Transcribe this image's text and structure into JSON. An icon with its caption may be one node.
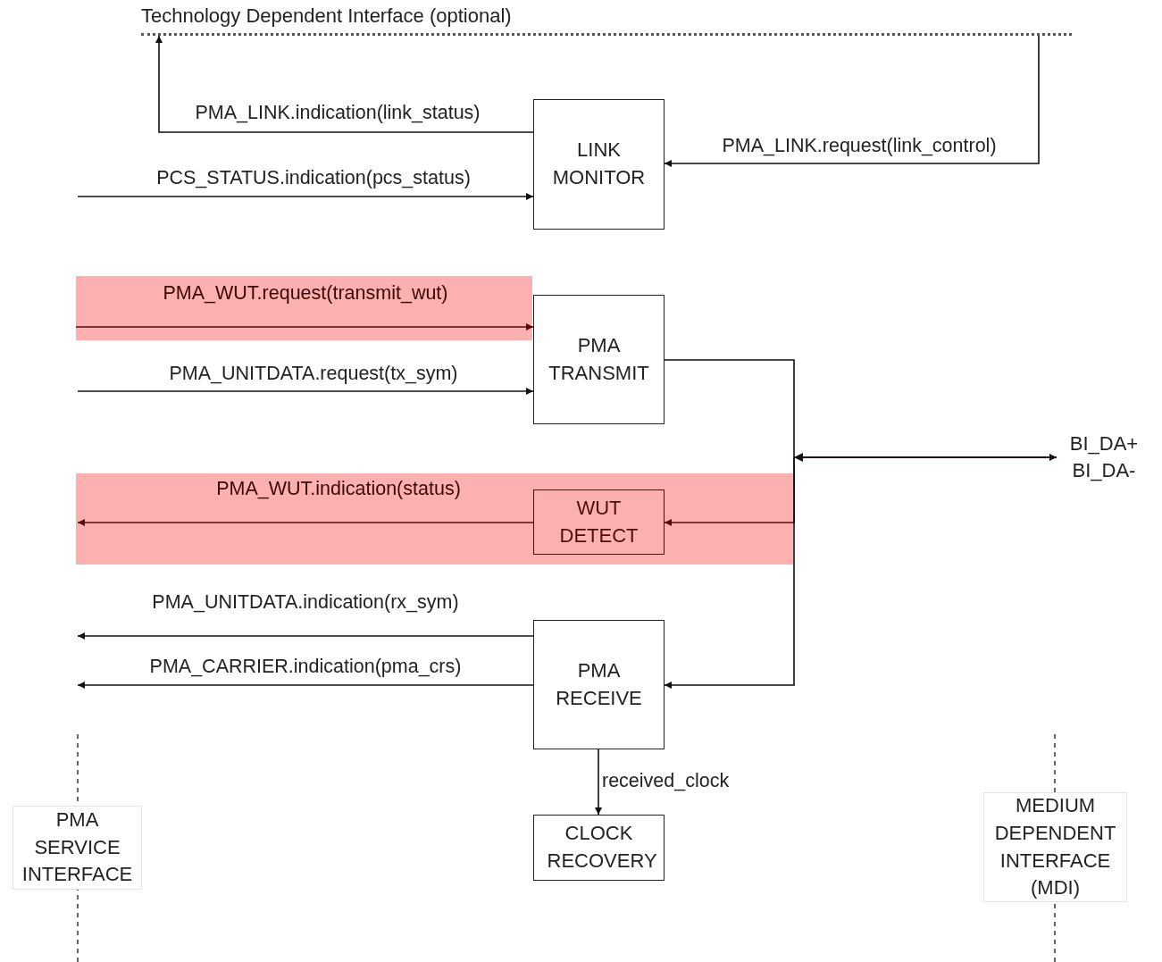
{
  "diagram": {
    "nodes": [
      {
        "text": [
          "Technology Dependent Interface (optional)"
        ]
      },
      {
        "text": [
          "LINK MONITOR"
        ]
      },
      {
        "text": [],
        "shape": "band"
      },
      {
        "text": [
          "PMA TRANSMIT"
        ]
      },
      {
        "text": [],
        "shape": "band"
      },
      {
        "text": [
          "WUT DETECT"
        ],
        "in": 4
      },
      {
        "text": [
          "PMA RECEIVE"
        ]
      },
      {
        "text": [
          "CLOCK RECOVERY"
        ]
      },
      {
        "text": [
          "BI_DA+ BI_DA-"
        ]
      },
      {
        "text": [
          "PMA SERVICE INTERFACE"
        ]
      },
      {
        "text": [
          "MEDIUM DEPENDENT INTERFACE (MDI)"
        ]
      }
    ],
    "edges": [
      {
        "from": 1,
        "to": 0,
        "arrow": "to",
        "label": "PMA_LINK.indication(link_status)"
      },
      {
        "from": 0,
        "to": 1,
        "arrow": "to",
        "label": "PMA_LINK.request(link_control)"
      },
      {
        "from": null,
        "to": 1,
        "arrow": "to",
        "label": "PCS_STATUS.indication(pcs_status)"
      },
      {
        "from": 2,
        "to": 3,
        "arrow": "to",
        "label": "PMA_WUT.request(transmit_wut)",
        "color": "#5a0a0a"
      },
      {
        "from": null,
        "to": 3,
        "arrow": "to",
        "label": "PMA_UNITDATA.request(tx_sym)"
      },
      {
        "from": 5,
        "to": null,
        "arrow": "to",
        "label": "PMA_WUT.indication(status)",
        "color": "#5a0a0a"
      },
      {
        "from": 3,
        "to": 8,
        "arrow": "to"
      },
      {
        "from": 8,
        "to": 5,
        "arrow": "to",
        "color": "#5a0a0a"
      },
      {
        "from": 8,
        "to": 6,
        "arrow": "to"
      },
      {
        "from": 6,
        "to": null,
        "arrow": "to",
        "label": "PMA_UNITDATA.indication(rx_sym)"
      },
      {
        "from": 6,
        "to": null,
        "arrow": "to",
        "label": "PMA_CARRIER.indication(pma_crs)"
      },
      {
        "from": 6,
        "to": 7,
        "arrow": "to",
        "label": "received_clock"
      }
    ]
  }
}
